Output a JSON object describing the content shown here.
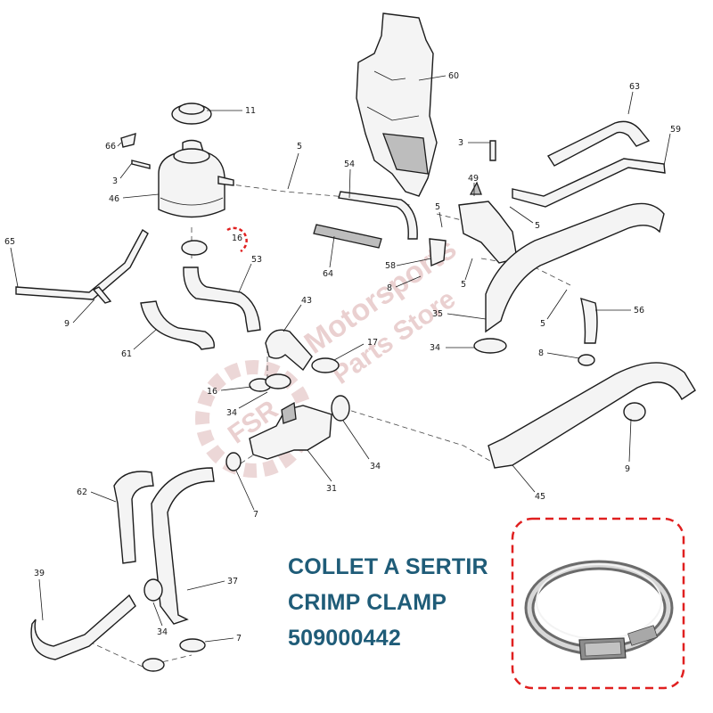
{
  "title": {
    "line1": "COLLET A SERTIR",
    "line2": "CRIMP CLAMP",
    "line3": "509000442"
  },
  "watermark": {
    "brand": "FSR",
    "line1": "Motorsports",
    "line2": "Parts Store"
  },
  "callouts": {
    "c60": "60",
    "c63": "63",
    "c11": "11",
    "c66": "66",
    "c5a": "5",
    "c3a": "3",
    "c59": "59",
    "c54": "54",
    "c49": "49",
    "c3b": "3",
    "c46": "46",
    "c5b": "5",
    "c5c": "5",
    "c65": "65",
    "c16a": "16",
    "c53": "53",
    "c64": "64",
    "c58": "58",
    "c8a": "8",
    "c5d": "5",
    "c9a": "9",
    "c43": "43",
    "c35": "35",
    "c5e": "5",
    "c56": "56",
    "c61": "61",
    "c17": "17",
    "c34a": "34",
    "c8b": "8",
    "c16b": "16",
    "c34b": "34",
    "c34c": "34",
    "c9b": "9",
    "c31": "31",
    "c45": "45",
    "c62": "62",
    "c7a": "7",
    "c39": "39",
    "c37": "37",
    "c34d": "34",
    "c7b": "7"
  },
  "colors": {
    "title": "#1f5c78",
    "highlight": "#e02020",
    "watermark": "#e8cccc"
  }
}
